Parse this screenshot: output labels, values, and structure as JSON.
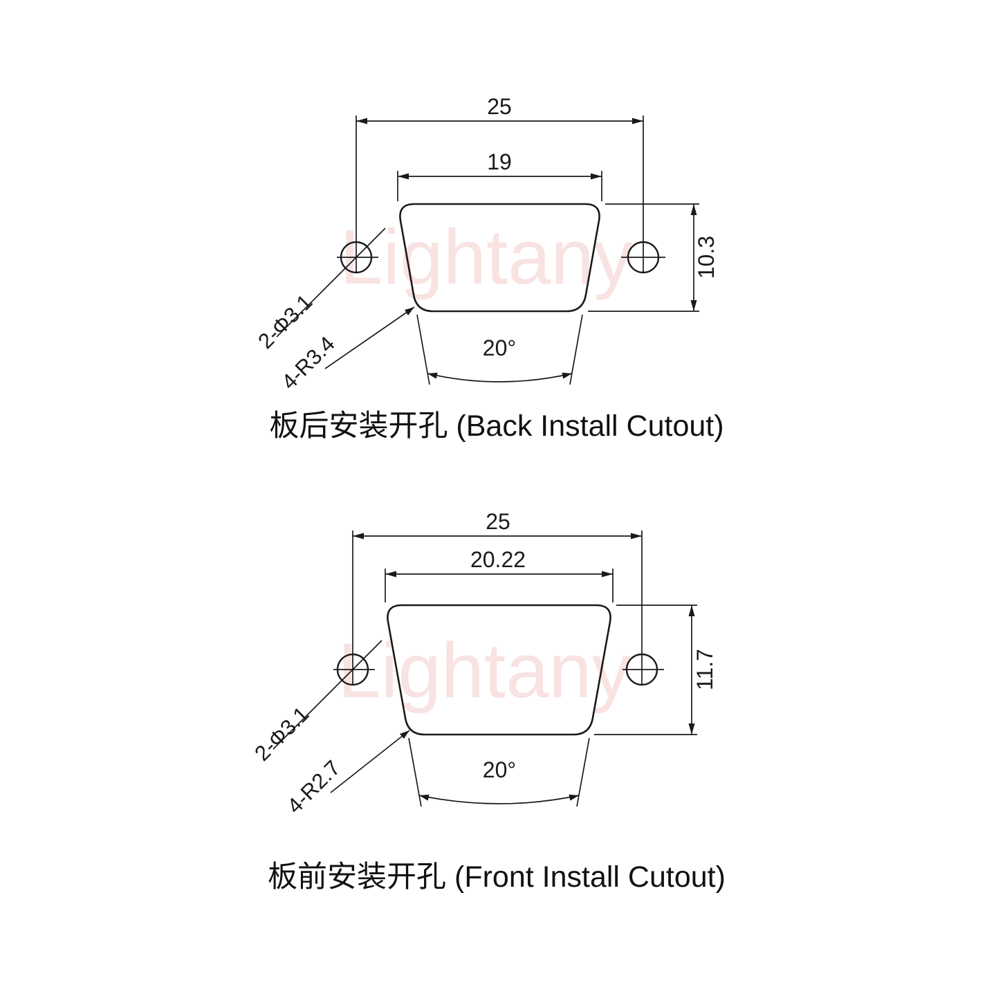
{
  "colors": {
    "line": "#1a1a1a",
    "watermark": "#f3caca"
  },
  "watermark": {
    "text": "Lightany"
  },
  "back_diagram": {
    "outer_width": "25",
    "inner_width": "19",
    "height": "10.3",
    "holes": "2-Φ3.1",
    "corner_radius": "4-R3.4",
    "angle": "20°",
    "caption": "板后安装开孔 (Back Install Cutout)"
  },
  "front_diagram": {
    "outer_width": "25",
    "inner_width": "20.22",
    "height": "11.7",
    "holes": "2-Φ3.1",
    "corner_radius": "4-R2.7",
    "angle": "20°",
    "caption": "板前安装开孔 (Front Install Cutout)"
  }
}
